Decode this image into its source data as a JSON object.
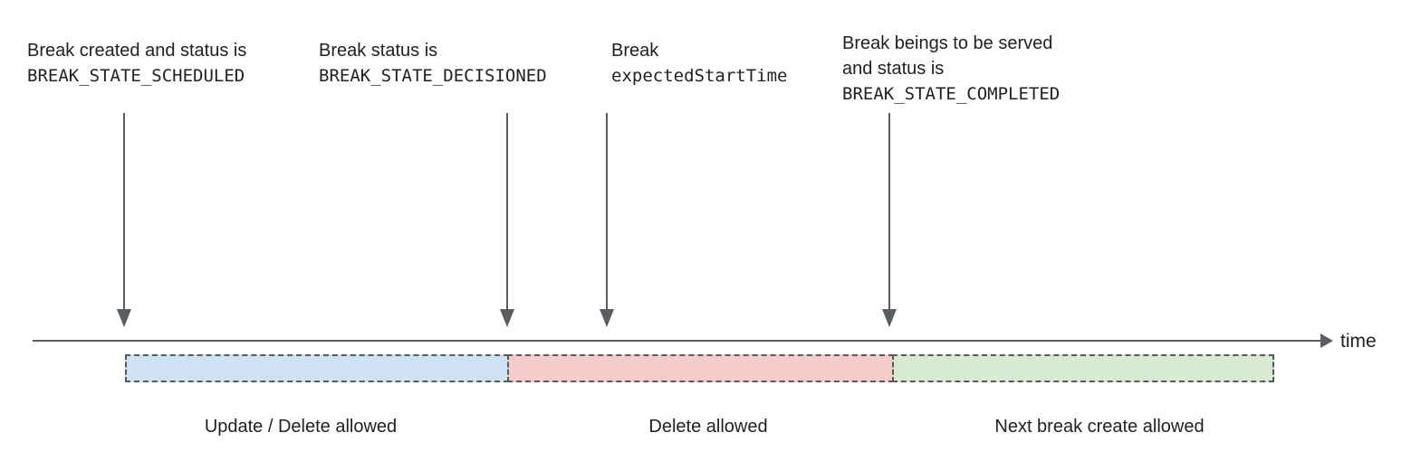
{
  "diagram": {
    "title_semantic": "Break lifecycle timeline",
    "colors": {
      "arrow": "#5a5d61",
      "axis": "#5a5d61",
      "text": "#202124",
      "segment_border": "#595959",
      "segment_blue": "#cfe2f3",
      "segment_red": "#f4cccc",
      "segment_green": "#d9ead3"
    },
    "annotations": [
      {
        "line1": "Break created and status is",
        "code": "BREAK_STATE_SCHEDULED"
      },
      {
        "line1": "Break status is",
        "code": "BREAK_STATE_DECISIONED"
      },
      {
        "line1": "Break",
        "code": "expectedStartTime"
      },
      {
        "line1": "Break beings to be served",
        "line2": "and status is",
        "code": "BREAK_STATE_COMPLETED"
      }
    ],
    "timeline": {
      "axis_label": "time"
    },
    "segments": [
      {
        "label": "Update / Delete allowed",
        "fill": "#cfe2f3"
      },
      {
        "label": "Delete allowed",
        "fill": "#f4cccc"
      },
      {
        "label": "Next break create allowed",
        "fill": "#d9ead3"
      }
    ]
  }
}
